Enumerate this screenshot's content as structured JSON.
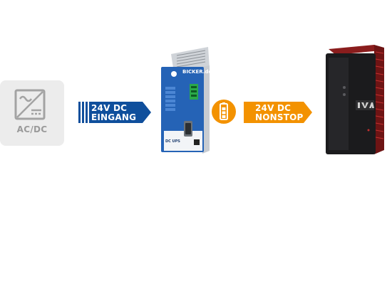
{
  "source": {
    "label": "AC/DC",
    "icon": "ac-dc-converter-icon"
  },
  "input_arrow": {
    "line1": "24V DC",
    "line2": "EINGANG",
    "color": "#0f4f9c"
  },
  "ups": {
    "brand": "BICKER.de",
    "model": "DC UPS",
    "body_color": "#2563b6",
    "icon": "battery-icon",
    "badge_color": "#f39200"
  },
  "output_arrow": {
    "line1": "24V DC",
    "line2": "NONSTOP",
    "color": "#f39200"
  },
  "load": {
    "icon": "industrial-pc-icon"
  }
}
